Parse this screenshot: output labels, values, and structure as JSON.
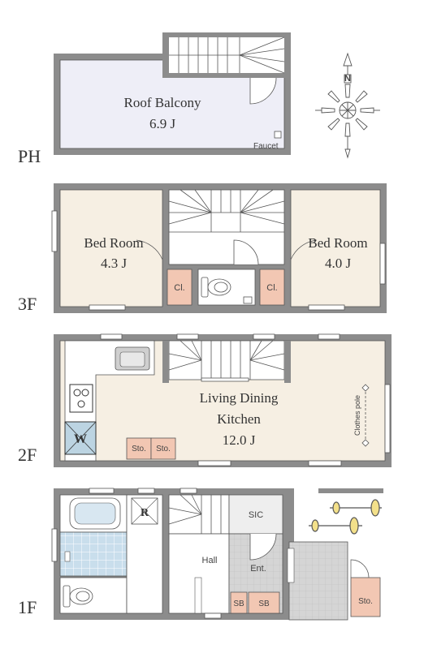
{
  "floors": {
    "ph": "PH",
    "f3": "3F",
    "f2": "2F",
    "f1": "1F"
  },
  "rooms": {
    "roof_balcony": {
      "name": "Roof Balcony",
      "size": "6.9 J"
    },
    "faucet": "Faucet",
    "bed_room_left": {
      "name": "Bed Room",
      "size": "4.3 J"
    },
    "bed_room_right": {
      "name": "Bed Room",
      "size": "4.0 J"
    },
    "closet": "Cl.",
    "ldk": {
      "name1": "Living Dining",
      "name2": "Kitchen",
      "size": "12.0 J"
    },
    "storage": "Sto.",
    "washer": "W",
    "clothes_pole": "Clothes pole",
    "refrigerator": "R",
    "sic": "SIC",
    "hall": "Hall",
    "entrance": "Ent.",
    "shoe_box": "SB"
  },
  "compass": {
    "north": "N"
  },
  "colors": {
    "wall": "#8c8c8c",
    "room_fill": "#f6efe3",
    "balcony_fill": "#eeeef7",
    "storage_fill": "#f2c7b3",
    "bath_tile": "#c7dcea",
    "porch_tile": "#d3d3d3"
  }
}
